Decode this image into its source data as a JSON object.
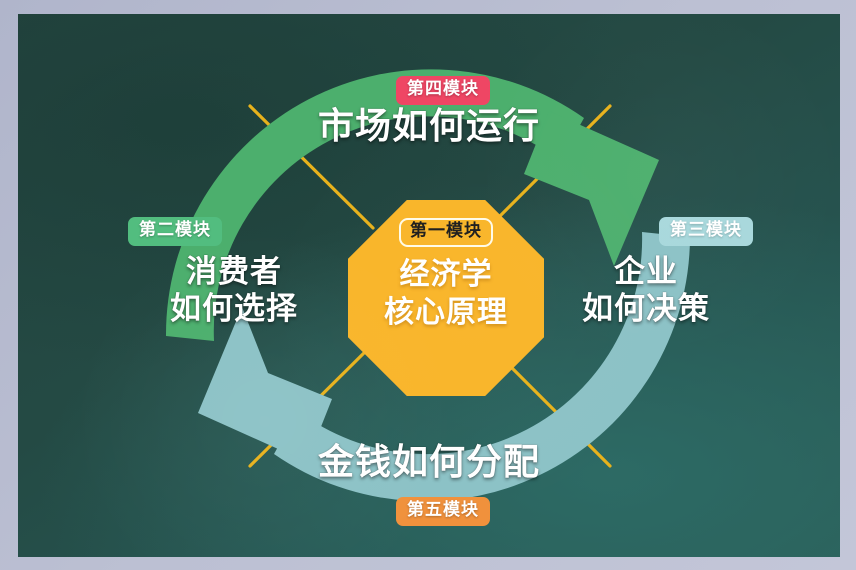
{
  "diagram": {
    "title_center": {
      "badge": "第一模块",
      "lines": [
        "经济学",
        "核心原理"
      ]
    },
    "nodes": [
      {
        "id": "module-2",
        "badge": "第二模块",
        "badge_color": "#52BD7F",
        "lines": [
          "消费者",
          "如何选择"
        ],
        "position": "left"
      },
      {
        "id": "module-3",
        "badge": "第三模块",
        "badge_color": "#A8D8DC",
        "lines": [
          "企业",
          "如何决策"
        ],
        "position": "right"
      },
      {
        "id": "module-4",
        "badge": "第四模块",
        "badge_color": "#EF4664",
        "lines": [
          "市场如何运行"
        ],
        "position": "top"
      },
      {
        "id": "module-5",
        "badge": "第五模块",
        "badge_color": "#F0913C",
        "lines": [
          "金钱如何分配"
        ],
        "position": "bottom"
      }
    ],
    "arrows": [
      {
        "id": "arrow-top",
        "color": "#4CAF6D",
        "direction": "clockwise-top-left-to-right"
      },
      {
        "id": "arrow-bottom",
        "color": "#8CC2C6",
        "direction": "clockwise-bottom-right-to-left"
      }
    ],
    "colors": {
      "board": "#27504A",
      "frame": "#b9bdd1",
      "octagon": "#F9B529",
      "spoke": "#E8B21C",
      "text": "#FFFFFF"
    }
  }
}
